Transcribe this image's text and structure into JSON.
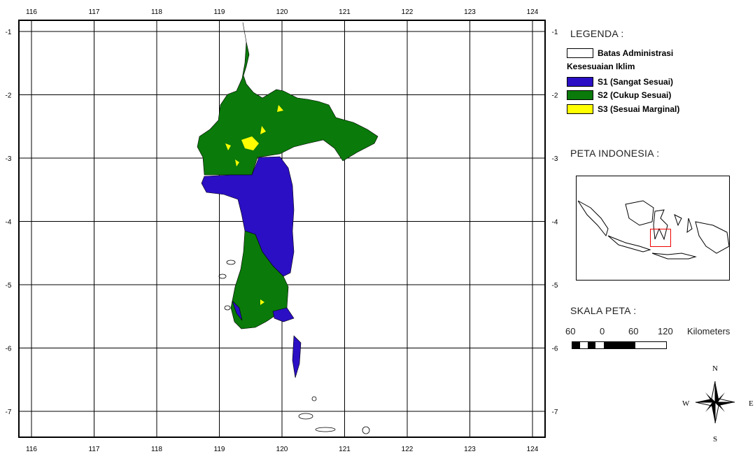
{
  "map": {
    "longitude_labels": [
      "116",
      "117",
      "118",
      "119",
      "120",
      "121",
      "122",
      "123",
      "124"
    ],
    "latitude_labels": [
      "-1",
      "-2",
      "-3",
      "-4",
      "-5",
      "-6",
      "-7"
    ],
    "colors": {
      "s1": "#2a0fc4",
      "s2": "#0a7a0a",
      "s3": "#ffff00",
      "border": "#000000",
      "grid": "#000000"
    }
  },
  "legend": {
    "title": "LEGENDA :",
    "admin_label": "Batas Administrasi",
    "subtitle": "Kesesuaian Iklim",
    "items": [
      {
        "label": "S1 (Sangat Sesuai)",
        "color": "#2a0fc4"
      },
      {
        "label": "S2 (Cukup Sesuai)",
        "color": "#0a7a0a"
      },
      {
        "label": "S3 (Sesuai Marginal)",
        "color": "#ffff00"
      }
    ]
  },
  "inset": {
    "title": "PETA INDONESIA :"
  },
  "scale": {
    "title": "SKALA PETA :",
    "labels": [
      "60",
      "0",
      "60",
      "120"
    ],
    "unit": "Kilometers"
  },
  "compass": {
    "north": "N",
    "south": "S",
    "east": "E",
    "west": "W"
  }
}
